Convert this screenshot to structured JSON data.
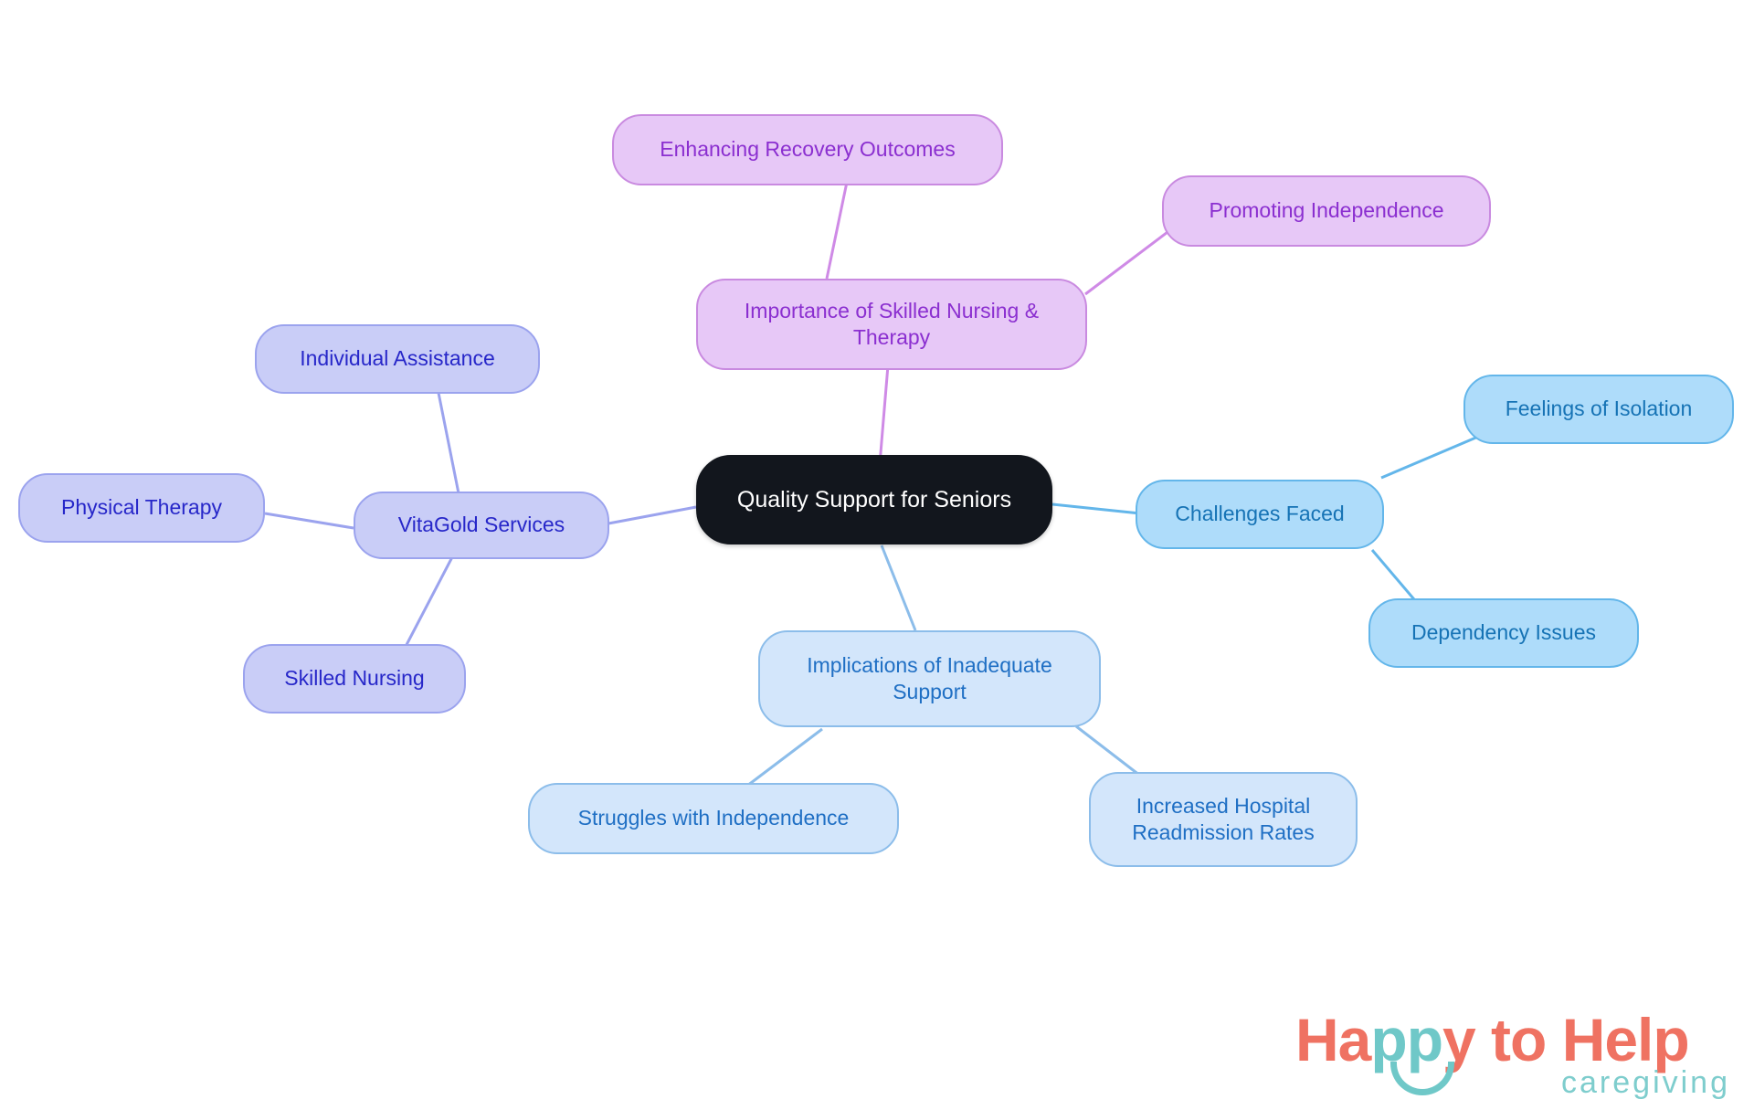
{
  "diagram": {
    "type": "mindmap",
    "title": "Quality Support for Seniors",
    "background": "#ffffff",
    "root": {
      "id": "root",
      "label": "Quality Support for Seniors",
      "fill": "#12161d",
      "text_color": "#ffffff"
    },
    "branches": [
      {
        "id": "importance",
        "label": "Importance of Skilled Nursing &\nTherapy",
        "fill": "#e7c8f7",
        "stroke": "#c98ae0",
        "text_color": "#8b2fd0",
        "children": [
          {
            "id": "enhancing-recovery",
            "label": "Enhancing Recovery Outcomes"
          },
          {
            "id": "promoting-independence",
            "label": "Promoting Independence"
          }
        ]
      },
      {
        "id": "vitagold",
        "label": "VitaGold Services",
        "fill": "#c9cdf7",
        "stroke": "#9ba3ee",
        "text_color": "#2727c9",
        "children": [
          {
            "id": "individual-assistance",
            "label": "Individual Assistance"
          },
          {
            "id": "physical-therapy",
            "label": "Physical Therapy"
          },
          {
            "id": "skilled-nursing",
            "label": "Skilled Nursing"
          }
        ]
      },
      {
        "id": "challenges",
        "label": "Challenges Faced",
        "fill": "#aedcfa",
        "stroke": "#63b6ea",
        "text_color": "#1673b5",
        "children": [
          {
            "id": "feelings-isolation",
            "label": "Feelings of Isolation"
          },
          {
            "id": "dependency-issues",
            "label": "Dependency Issues"
          }
        ]
      },
      {
        "id": "implications",
        "label": "Implications of Inadequate\nSupport",
        "fill": "#d3e6fb",
        "stroke": "#8cbdea",
        "text_color": "#1f6fc4",
        "children": [
          {
            "id": "struggles-independence",
            "label": "Struggles with Independence"
          },
          {
            "id": "readmission-rates",
            "label": "Increased Hospital\nReadmission Rates"
          }
        ]
      }
    ]
  },
  "nodes": {
    "root": "Quality Support for Seniors",
    "importance": "Importance of Skilled Nursing &\nTherapy",
    "enhancing_recovery": "Enhancing Recovery Outcomes",
    "promoting_independence": "Promoting Independence",
    "vitagold": "VitaGold Services",
    "individual_assistance": "Individual Assistance",
    "physical_therapy": "Physical Therapy",
    "skilled_nursing": "Skilled Nursing",
    "challenges": "Challenges Faced",
    "feelings_isolation": "Feelings of Isolation",
    "dependency_issues": "Dependency Issues",
    "implications": "Implications of Inadequate\nSupport",
    "struggles_independence": "Struggles with Independence",
    "readmission_rates": "Increased Hospital\nReadmission Rates"
  },
  "brand": {
    "word_happy_to": "Ha",
    "word_pp": "pp",
    "word_y_to_help": "y to Help",
    "tagline": "caregiving",
    "primary_color": "#ef7262",
    "accent_color": "#6fc8c8"
  }
}
